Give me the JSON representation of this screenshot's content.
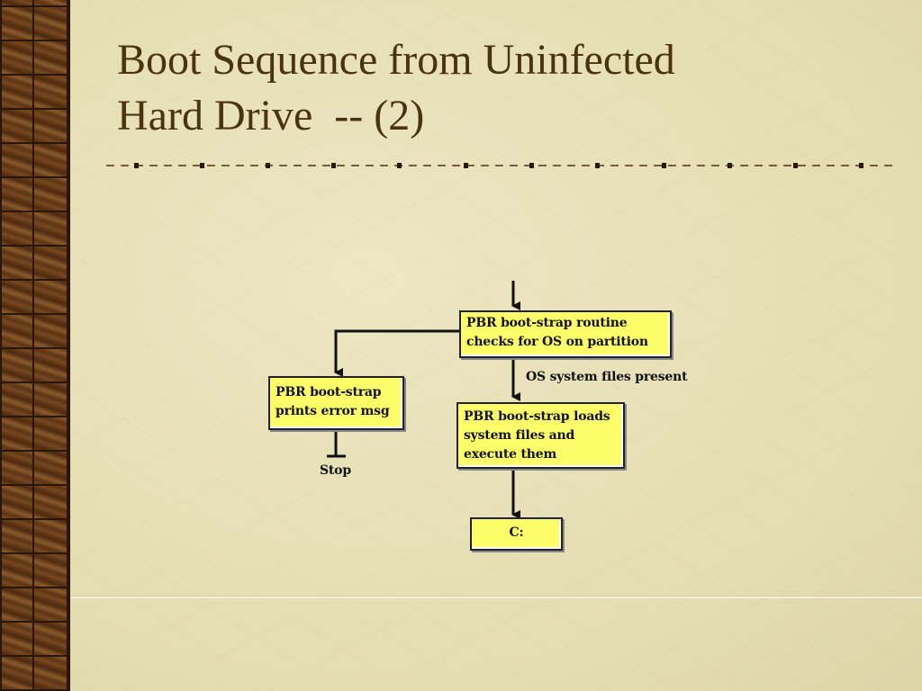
{
  "slide": {
    "title_line1": "Boot Sequence from Uninfected",
    "title_line2": "Hard Drive  -- (2)"
  },
  "diagram": {
    "nodes": {
      "check": "PBR boot-strap routine\nchecks for OS on partition",
      "error": "PBR boot-strap\nprints error msg",
      "load": "PBR boot-strap loads\nsystem files and\nexecute them",
      "drive": "C:"
    },
    "edge_labels": {
      "os_present": "OS system files present",
      "stop": "Stop"
    }
  },
  "colors": {
    "title_text": "#4a3410",
    "box_fill": "#fdfd6a",
    "box_border": "#222222",
    "arrow": "#111111",
    "background": "#e8e2b8",
    "wood": "#5c3414"
  },
  "icons": {
    "rule_marker": "dot-dash-rule"
  }
}
